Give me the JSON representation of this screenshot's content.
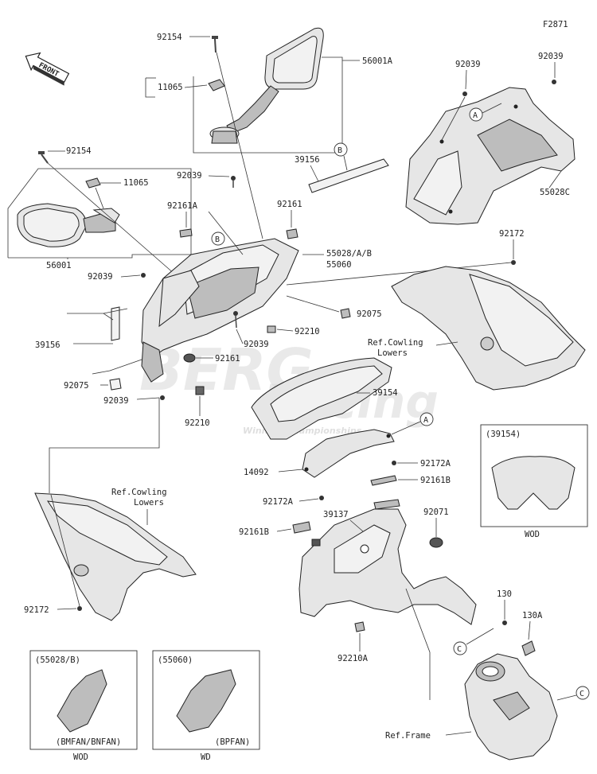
{
  "diagram_code": "F2871",
  "front_arrow": "FRONT",
  "watermark": {
    "line1": "BERG",
    "line2": "Racing",
    "line3": "Winning Championships"
  },
  "callout_letters": {
    "a": "A",
    "b": "B",
    "c": "C"
  },
  "labels": {
    "p92154_top": "92154",
    "p11065_top": "11065",
    "p56001A": "56001A",
    "p92039_tr1": "92039",
    "p92039_tr2": "92039",
    "p55028C": "55028C",
    "p39156_top": "39156",
    "p92154_left": "92154",
    "p11065_left": "11065",
    "p92039_mid": "92039",
    "p92161A": "92161A",
    "p92161": "92161",
    "p55028AB": "55028/A/B",
    "p55060": "55060",
    "p56001": "56001",
    "p92039_left": "92039",
    "p92172_right": "92172",
    "p92075_right": "92075",
    "p39156_left": "39156",
    "p92210_mid": "92210",
    "p92039_center": "92039",
    "ref_cowling_1": "Ref.Cowling",
    "ref_lowers_1": "Lowers",
    "p92161_center": "92161",
    "p92075_left": "92075",
    "p92039_lower": "92039",
    "p39154": "39154",
    "p92210_lower": "92210",
    "p14092": "14092",
    "p92172A_r": "92172A",
    "p92161B_r": "92161B",
    "p92172A_l": "92172A",
    "ref_cowling_2": "Ref.Cowling",
    "ref_lowers_2": "Lowers",
    "p39137": "39137",
    "p92071": "92071",
    "p92161B_l": "92161B",
    "p92172_bottom": "92172",
    "p130": "130",
    "p130A": "130A",
    "p92210A": "92210A",
    "ref_frame": "Ref.Frame"
  },
  "insets": {
    "i39154": {
      "title": "(39154)",
      "note": "WOD"
    },
    "i55028B": {
      "title": "(55028/B)",
      "variant": "(BMFAN/BNFAN)",
      "note": "WOD"
    },
    "i55060": {
      "title": "(55060)",
      "variant": "(BPFAN)",
      "note": "WD"
    }
  }
}
